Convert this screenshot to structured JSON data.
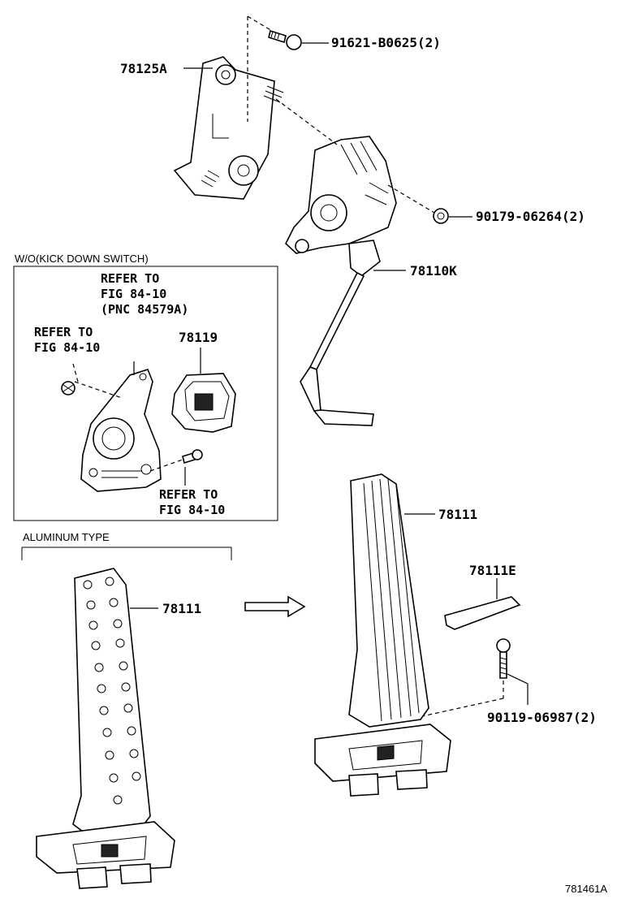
{
  "labels": {
    "p78125A": "78125A",
    "p91621": "91621-B0625(2)",
    "p90179": "90179-06264(2)",
    "p78110K": "78110K",
    "p78119": "78119",
    "p78111_top": "78111",
    "p78111E": "78111E",
    "p78111_left": "78111",
    "p90119": "90119-06987(2)",
    "figure_code": "781461A"
  },
  "boxes": {
    "kickdown_title": "W/O(KICK DOWN SWITCH)",
    "aluminum_title": "ALUMINUM TYPE"
  },
  "references": {
    "ref_pnc": [
      "REFER TO",
      "FIG 84-10",
      "(PNC 84579A)"
    ],
    "ref_left": [
      "REFER TO",
      "FIG 84-10"
    ],
    "ref_bottom": [
      "REFER TO",
      "FIG 84-10"
    ]
  }
}
